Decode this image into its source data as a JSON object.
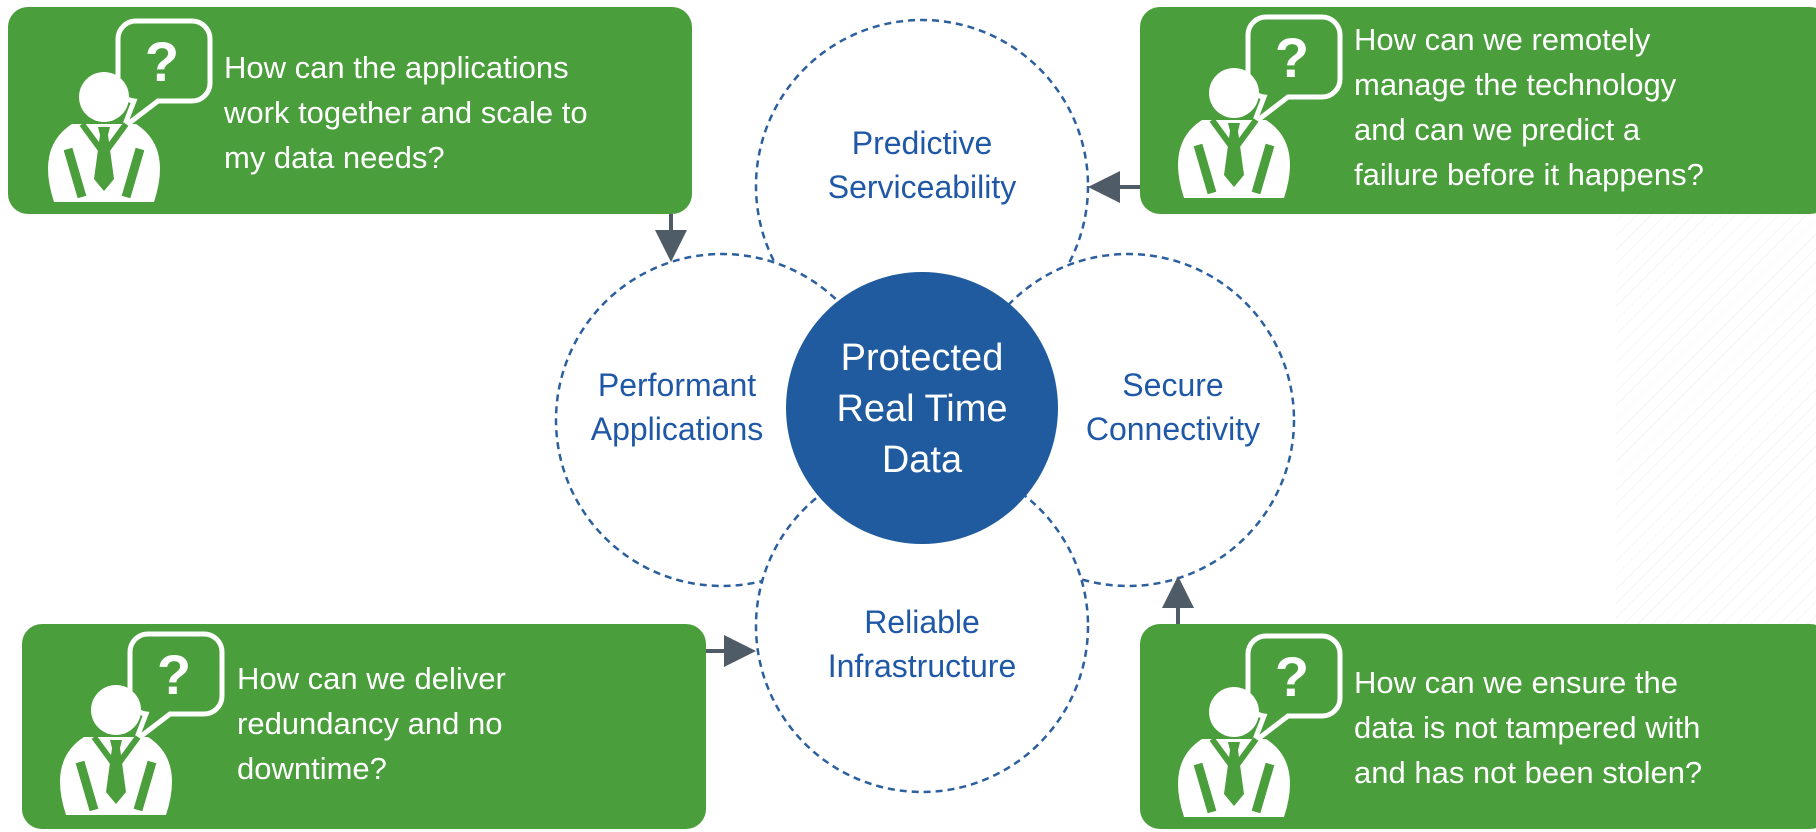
{
  "center": {
    "lines": [
      "Protected",
      "Real Time",
      "Data"
    ]
  },
  "petals": {
    "top": [
      "Predictive",
      "Serviceability"
    ],
    "left": [
      "Performant",
      "Applications"
    ],
    "right": [
      "Secure",
      "Connectivity"
    ],
    "bottom": [
      "Reliable",
      "Infrastructure"
    ]
  },
  "questions": {
    "top_left": [
      "How can the applications",
      "work together and scale to",
      "my data needs?"
    ],
    "top_right": [
      "How can we remotely",
      "manage the technology",
      "and can we predict a",
      "failure before it happens?"
    ],
    "bottom_left": [
      "How can we deliver",
      "redundancy and no",
      "downtime?"
    ],
    "bottom_right": [
      "How can we ensure the",
      "data is not tampered with",
      "and has not been stolen?"
    ]
  },
  "colors": {
    "box_green": "#4a9e3b",
    "center_blue": "#1f5b9e",
    "label_blue": "#2058a8",
    "dashed_blue": "#2b5f9e",
    "arrow_gray": "#4f5b66"
  },
  "icons": {
    "person": "person-with-question-bubble-icon",
    "arrow": "arrow-icon"
  }
}
